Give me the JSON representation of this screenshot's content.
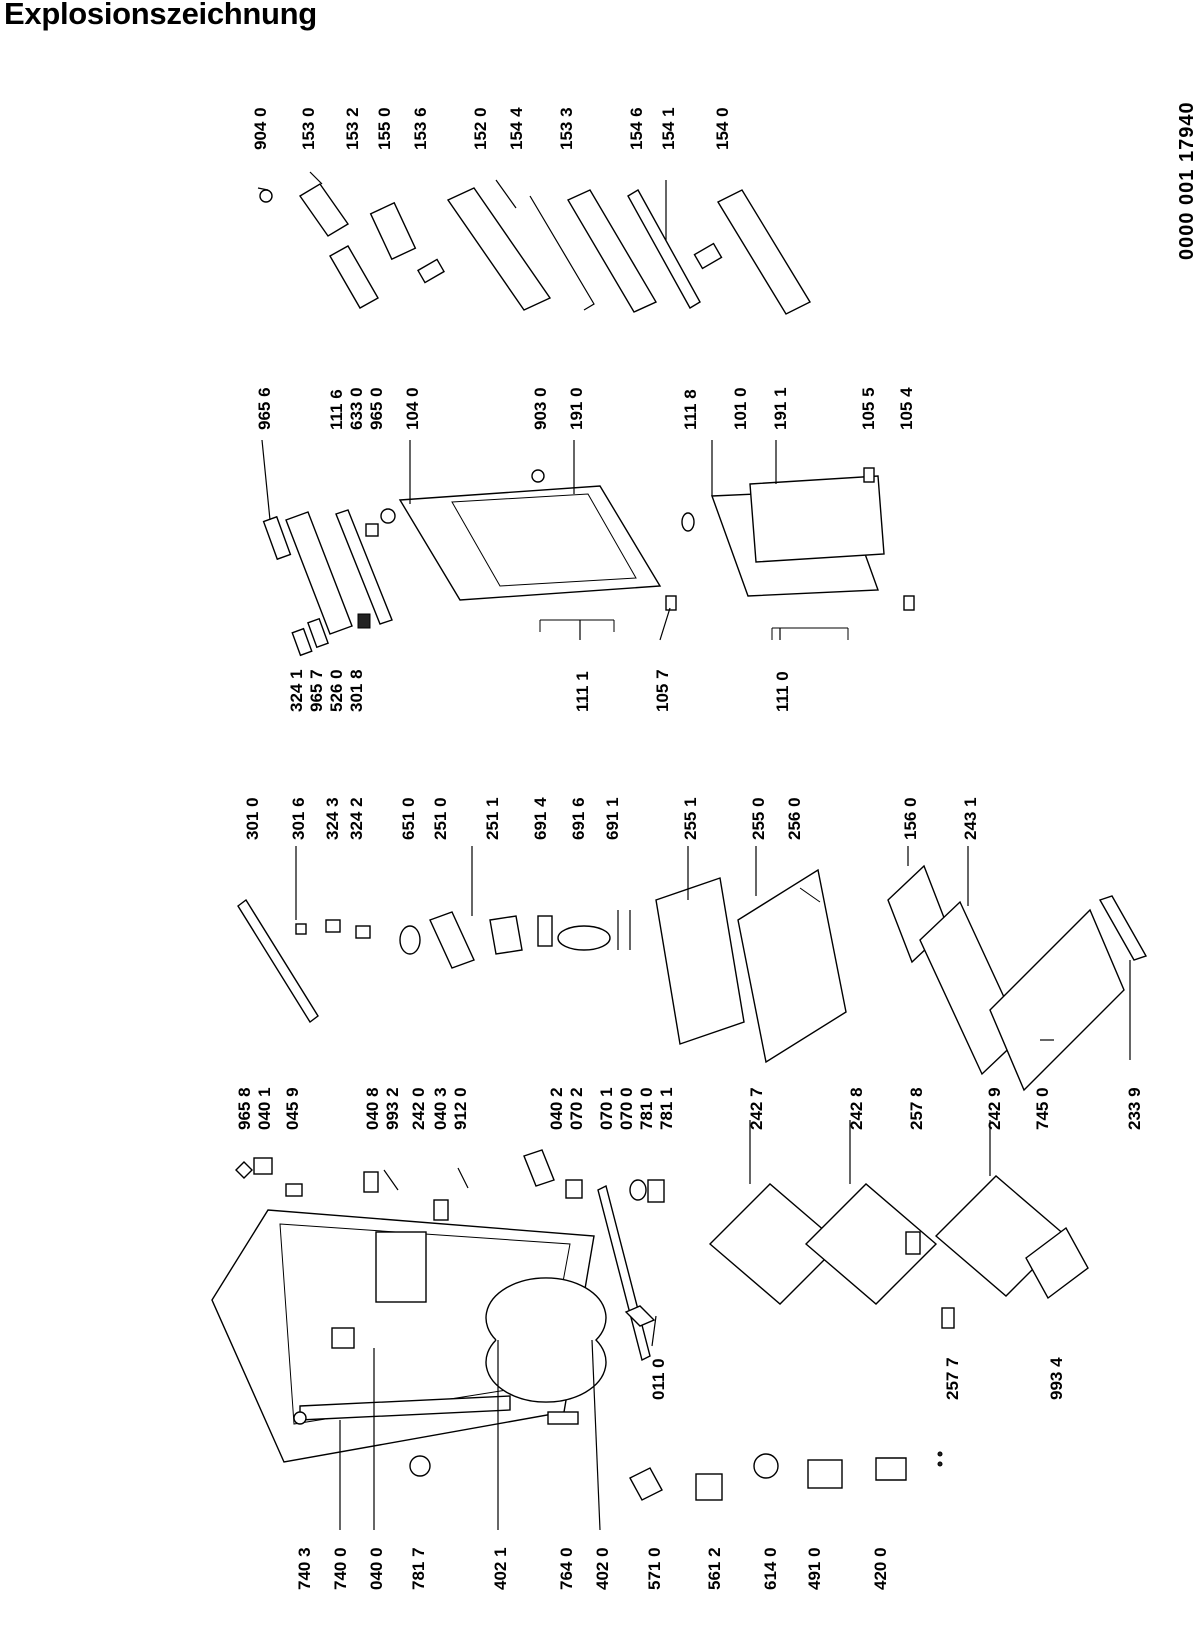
{
  "title": "Explosionszeichnung",
  "document_number": "0000 001 17940",
  "part_numbers": [
    "904 0",
    "153 0",
    "153 2",
    "155 0",
    "153 6",
    "152 0",
    "154 4",
    "153 3",
    "154 6",
    "154 1",
    "154 0",
    "965 6",
    "111 6",
    "633 0",
    "965 0",
    "104 0",
    "903 0",
    "191 0",
    "111 8",
    "101 0",
    "191 1",
    "105 5",
    "105 4",
    "324 1",
    "965 7",
    "526 0",
    "301 8",
    "111 1",
    "105 7",
    "111 0",
    "301 0",
    "301 6",
    "324 3",
    "324 2",
    "651 0",
    "251 0",
    "251 1",
    "691 4",
    "691 6",
    "691 1",
    "255 1",
    "255 0",
    "256 0",
    "156 0",
    "243 1",
    "965 8",
    "040 1",
    "045 9",
    "040 8",
    "993 2",
    "242 0",
    "040 3",
    "912 0",
    "040 2",
    "070 2",
    "070 1",
    "070 0",
    "781 0",
    "781 1",
    "242 7",
    "242 8",
    "257 8",
    "242 9",
    "745 0",
    "233 9",
    "011 0",
    "257 7",
    "993 4",
    "740 3",
    "740 0",
    "040 0",
    "781 7",
    "402 1",
    "764 0",
    "402 0",
    "571 0",
    "561 2",
    "614 0",
    "491 0",
    "420 0"
  ]
}
